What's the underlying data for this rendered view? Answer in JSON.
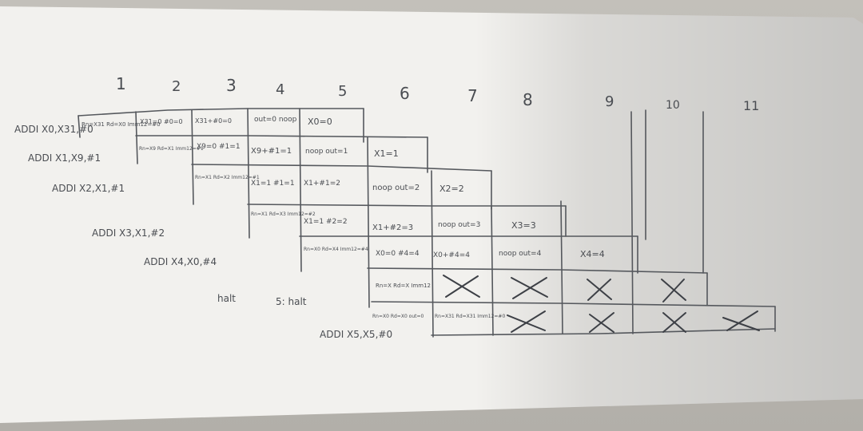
{
  "photo": {
    "subject": "hand-drawn pipeline timing diagram on paper",
    "paper_color": "#f2f1ee",
    "background_color": "#b9b6b0",
    "ink_color": "#4a4d52"
  },
  "column_numbers": [
    "1",
    "2",
    "3",
    "4",
    "5",
    "6",
    "7",
    "8",
    "9",
    "10",
    "11"
  ],
  "instructions": {
    "i1": "ADDI X0,X31,#0",
    "i2": "ADDI X1,X9,#1",
    "i3": "ADDI X2,X1,#1",
    "i4": "ADDI X3,X1,#2",
    "i5": "ADDI X4,X0,#4",
    "halt": "halt",
    "halt_note": "5: halt",
    "i6": "ADDI X5,X5,#0"
  },
  "cells": {
    "r1c1": "Rn=X31 Rd=X0 Imm12=#0",
    "r1c2": "X31=0 #0=0",
    "r1c3": "X31+#0=0",
    "r1c4": "out=0 noop",
    "r1c5": "X0=0",
    "r2c2": "Rn=X9 Rd=X1 Imm12=#1",
    "r2c3": "X9=0 #1=1",
    "r2c4": "X9+#1=1",
    "r2c5": "noop out=1",
    "r2c6": "X1=1",
    "r3c3": "Rn=X1 Rd=X2 Imm12=#1",
    "r3c4": "X1=1 #1=1",
    "r3c5": "X1+#1=2",
    "r3c6": "noop out=2",
    "r3c7": "X2=2",
    "r4c4": "Rn=X1 Rd=X3 Imm12=#2",
    "r4c5": "X1=1 #2=2",
    "r4c6": "X1+#2=3",
    "r4c7": "noop out=3",
    "r4c8": "X3=3",
    "r5c5": "Rn=X0 Rd=X4 Imm12=#4",
    "r5c6": "X0=0 #4=4",
    "r5c7": "X0+#4=4",
    "r5c8": "noop out=4",
    "r5c9": "X4=4",
    "r6c6": "Rn=X Rd=X Imm12",
    "r7c6": "Rn=X0 Rd=X0 out=0",
    "r7c7": "Rn=X31 Rd=X31 Imm12=#0"
  }
}
